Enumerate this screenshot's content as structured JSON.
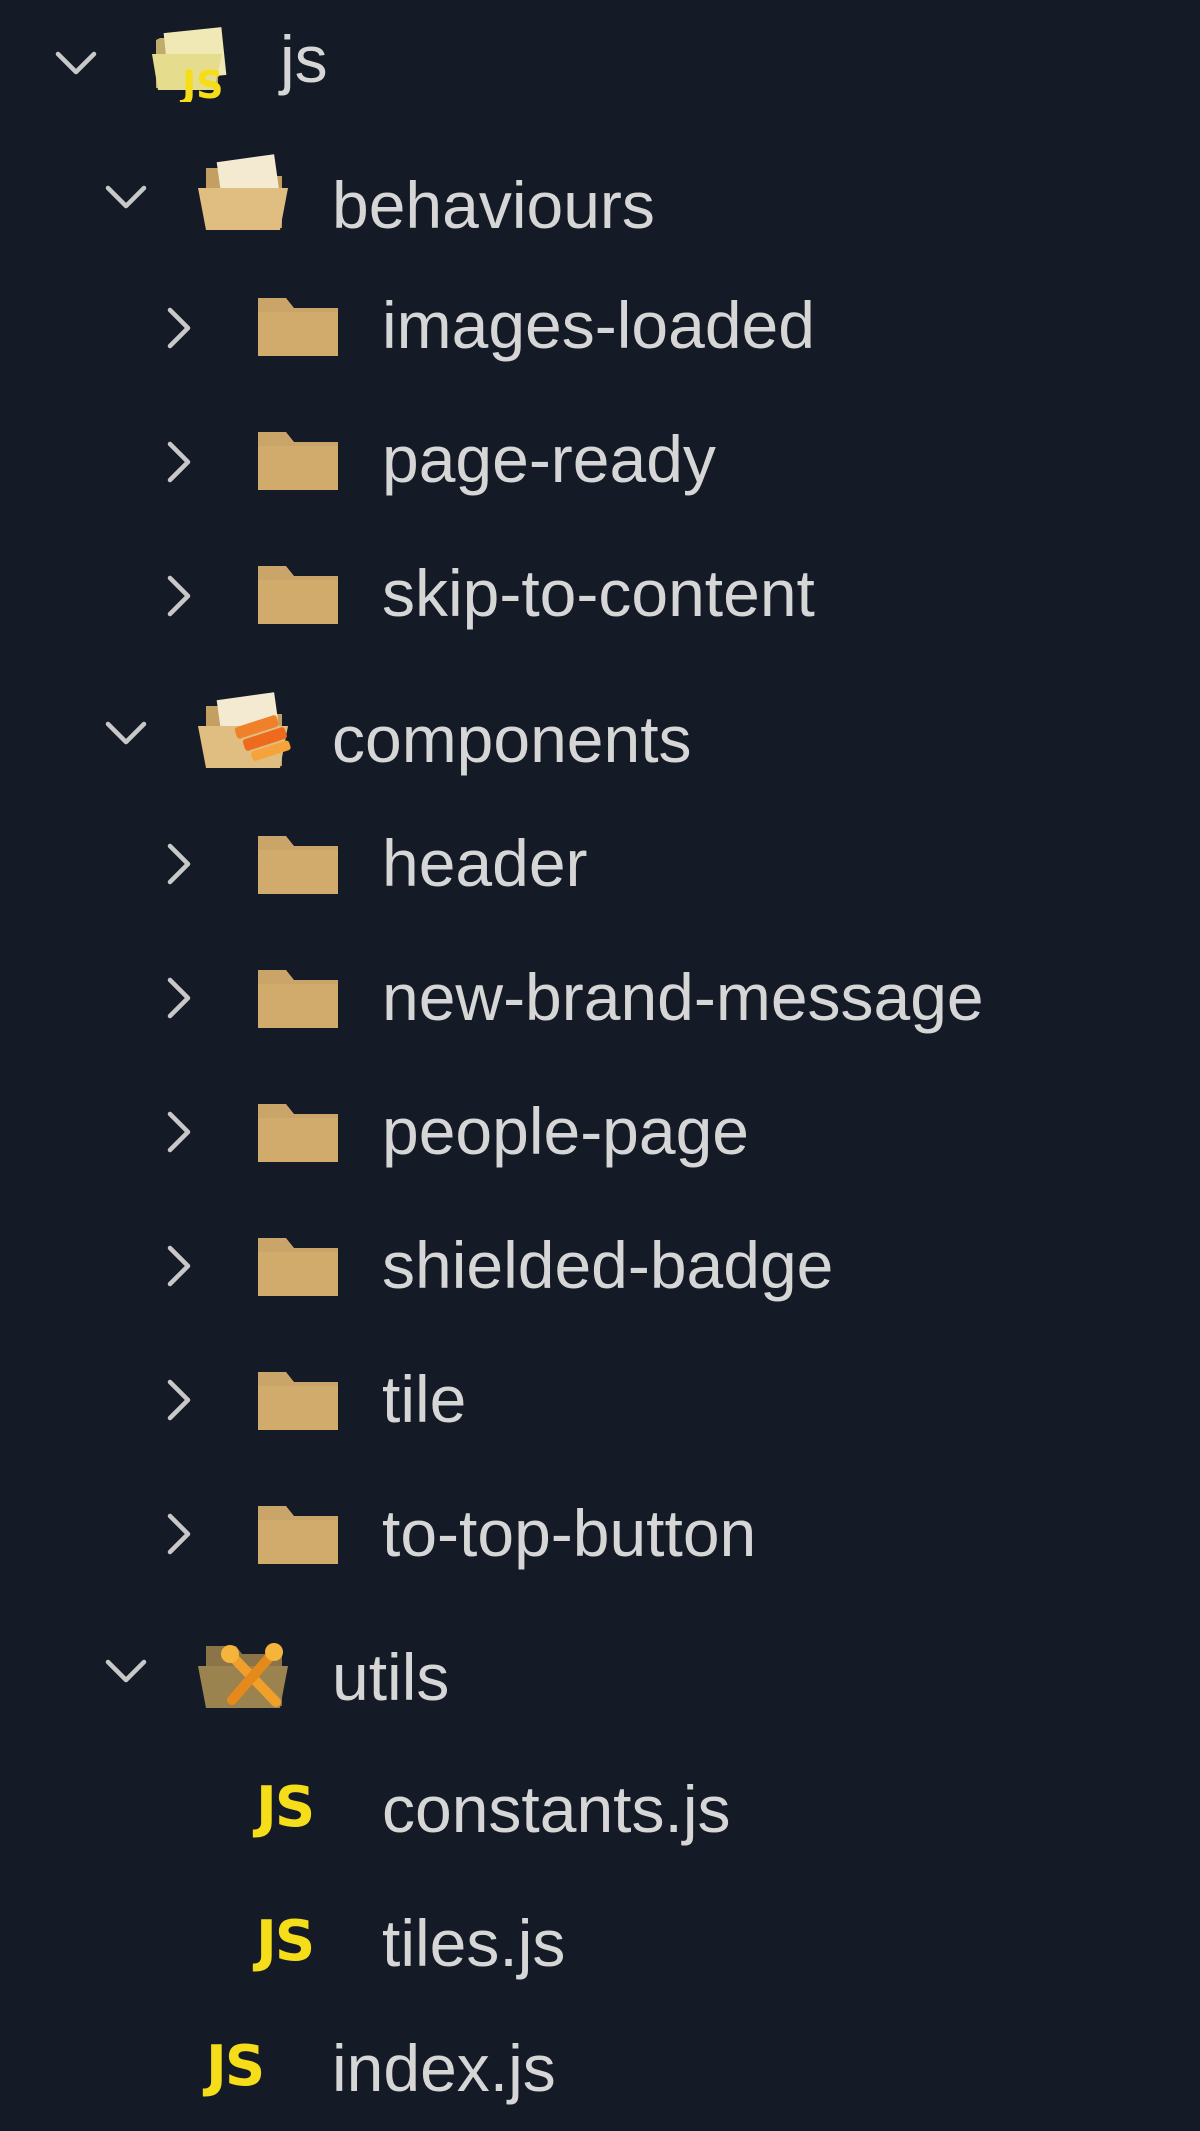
{
  "explorer": {
    "root": {
      "label": "js",
      "expanded": true,
      "icon": "js-folder-open-icon"
    },
    "behaviours": {
      "label": "behaviours",
      "expanded": true,
      "icon": "folder-open-icon",
      "children": [
        {
          "label": "images-loaded",
          "icon": "folder-icon"
        },
        {
          "label": "page-ready",
          "icon": "folder-icon"
        },
        {
          "label": "skip-to-content",
          "icon": "folder-icon"
        }
      ]
    },
    "components": {
      "label": "components",
      "expanded": true,
      "icon": "components-folder-open-icon",
      "children": [
        {
          "label": "header",
          "icon": "folder-icon"
        },
        {
          "label": "new-brand-message",
          "icon": "folder-icon"
        },
        {
          "label": "people-page",
          "icon": "folder-icon"
        },
        {
          "label": "shielded-badge",
          "icon": "folder-icon"
        },
        {
          "label": "tile",
          "icon": "folder-icon"
        },
        {
          "label": "to-top-button",
          "icon": "folder-icon"
        }
      ]
    },
    "utils": {
      "label": "utils",
      "expanded": true,
      "icon": "utils-folder-open-icon",
      "children": [
        {
          "label": "constants.js",
          "icon": "javascript-file-icon"
        },
        {
          "label": "tiles.js",
          "icon": "javascript-file-icon"
        }
      ]
    },
    "root_files": [
      {
        "label": "index.js",
        "icon": "javascript-file-icon"
      }
    ],
    "js_icon_text": "JS"
  },
  "colors": {
    "background": "#151b26",
    "text": "#d6d6d6",
    "chevron": "#c8c8c8",
    "folder": "#c9a56a",
    "js_yellow": "#f5de19"
  }
}
